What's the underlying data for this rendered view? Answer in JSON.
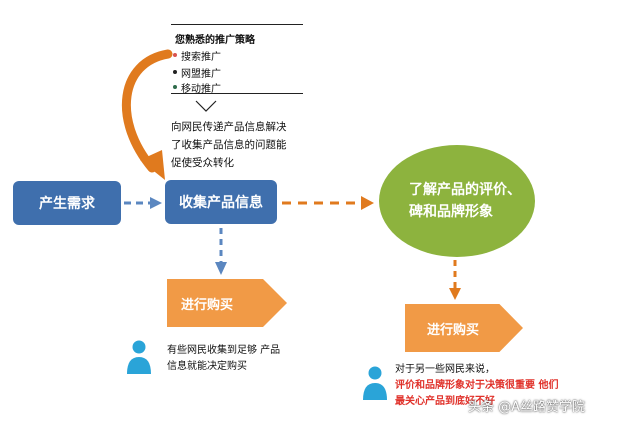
{
  "strategy": {
    "title": "您熟悉的推广策略",
    "items": [
      "搜索推广",
      "网盟推广",
      "移动推广"
    ],
    "bullet_colors": [
      "#d9534f",
      "#222222",
      "#2e6b4b"
    ]
  },
  "description": [
    "向网民传递产品信息解决",
    "了收集产品信息的问题能",
    "促使受众转化"
  ],
  "nodes": {
    "demand": "产生需求",
    "collect": "收集产品信息",
    "understand": [
      "了解产品的评价、",
      "碑和品牌形象"
    ]
  },
  "purchase": {
    "left": "进行购买",
    "right": "进行购买"
  },
  "notes": {
    "left": [
      "有些网民收集到足够 产品",
      "信息就能决定购买"
    ],
    "right_intro": "对于另一些网民来说，",
    "right_red": [
      "评价和品牌形象对于决策很重要 他们",
      "最关心产品到底好不好"
    ]
  },
  "watermark": "头条 @A丝路赞学院",
  "colors": {
    "blue": "#3f6fad",
    "green": "#8db33e",
    "orange": "#f19a46",
    "dark_orange": "#e07a1e",
    "person": "#2aa4d8",
    "red": "#e0312a"
  }
}
